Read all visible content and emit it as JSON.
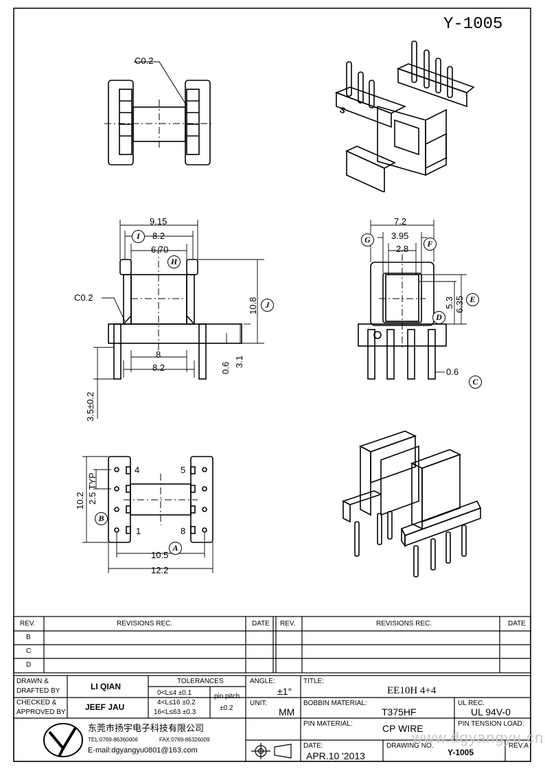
{
  "drawing_number_top": "Y-1005",
  "views": {
    "top_view": {
      "chamfer": "C0.2"
    },
    "front_view": {
      "dim_overall_width": "9.15",
      "dim_flange_inner": "8.2",
      "dim_core": "6.70",
      "dim_height": "10.8",
      "dim_chamfer": "C0.2",
      "dim_base_inner": "8",
      "dim_pin_span": "8.2",
      "dim_base_thickness": "0.6",
      "dim_base_height": "3.1",
      "dim_pin_length": "3.5±0.2",
      "labels": [
        "I",
        "H",
        "J"
      ]
    },
    "side_view": {
      "dim_width": "7.2",
      "dim_core_width": "3.95",
      "dim_inner": "2.8",
      "dim_window_height": "5.3",
      "dim_total_height": "6.35",
      "dim_pin": "0.6",
      "labels": [
        "G",
        "F",
        "D",
        "E",
        "C"
      ]
    },
    "bottom_view": {
      "dim_height": "10.2",
      "dim_pitch": "2.5 TYP",
      "dim_pin_row": "10.5",
      "dim_overall": "12.2",
      "pin_numbers": [
        "4",
        "5",
        "1",
        "8"
      ],
      "labels": [
        "B",
        "A"
      ]
    }
  },
  "revisions": {
    "headers": {
      "rev": "REV.",
      "revisions": "REVISIONS   REC.",
      "date": "DATE"
    },
    "rows": [
      "B",
      "C",
      "D"
    ]
  },
  "title_block": {
    "drawn_label": "DRAWN  &\nDRAFTED  BY",
    "drawn_label_1": "DRAWN  &",
    "drawn_label_2": "DRAFTED  BY",
    "drawn_by": "LI QIAN",
    "checked_label_1": "CHECKED  &",
    "checked_label_2": "APPROVED  BY",
    "checked_by": "JEEF JAU",
    "tolerances_label": "TOLERANCES",
    "tol_rows": [
      "0<L≤4    ±0.1",
      "4<L≤16  ±0.2",
      "16<L≤63  ±0.3"
    ],
    "pin_pitch_label": "pin pitch",
    "pin_pitch_value": "±0.2",
    "angle_label": "ANGLE:",
    "angle_value": "±1°",
    "unit_label": "UNIT:",
    "unit_value": "MM",
    "title_label": "TITLE:",
    "title_value": "EE10H 4+4",
    "bobbin_label": "BOBBIN  MATERIAL:",
    "bobbin_value": "T375HF",
    "ul_label": "UL  REC.",
    "ul_value": "UL  94V-0",
    "pin_mat_label": "PIN  MATERIAL:",
    "pin_mat_value": "CP  WIRE",
    "pin_tension_label": "PIN  TENSION  LOAD:",
    "date_label": "DATE:",
    "date_value": "APR.10  '2013",
    "drawing_no_label": "DRAWING  NO.",
    "drawing_no_value": "Y-1005",
    "rev_a_label": "REV.A",
    "company_name": "东莞市扬宇电子科技有限公司",
    "company_tel": "TEL:0769-86360006",
    "company_fax": "FAX:0769-86326009",
    "company_email": "E-mail:dgyangyu0801@163.com",
    "watermark": "www.dgyangyu.cn"
  }
}
